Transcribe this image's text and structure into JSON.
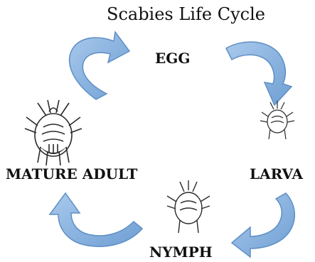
{
  "title": "Scabies Life Cycle",
  "stages": {
    "egg": "EGG",
    "larva": "LARVA",
    "nymph": "NYMPH",
    "adult": "MATURE ADULT"
  },
  "colors": {
    "arrow_fill": "#8ab4e0",
    "arrow_stroke": "#5e8fc4",
    "mite": "#2a2a2a"
  }
}
